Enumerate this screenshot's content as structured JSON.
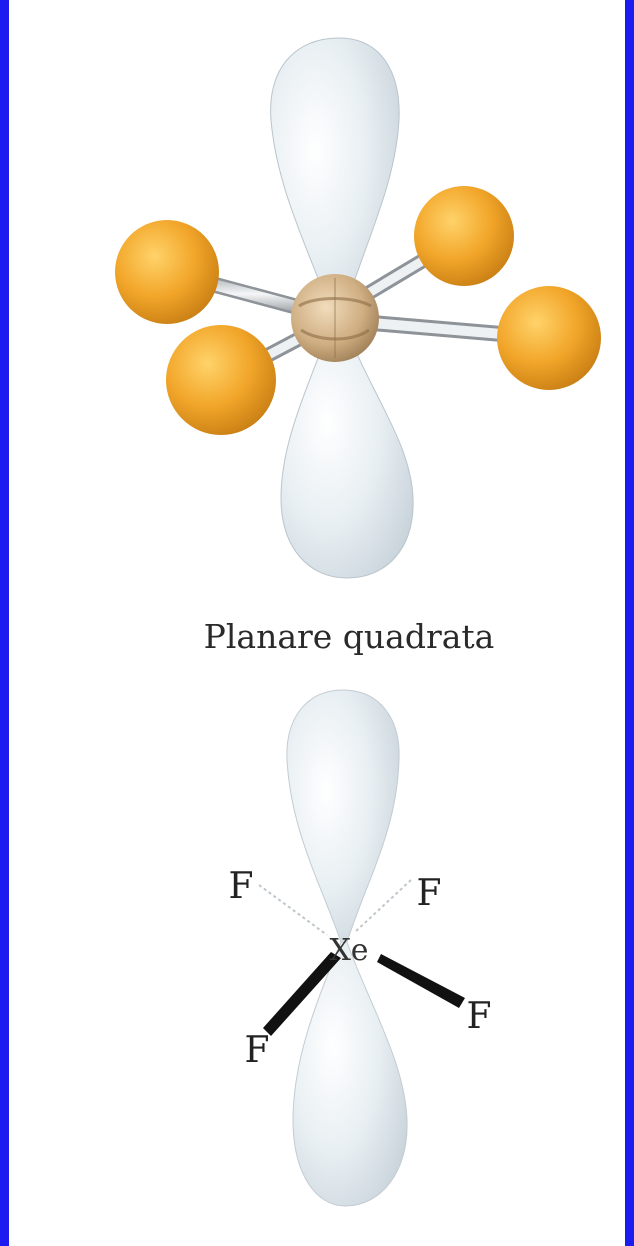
{
  "caption": "Planare quadrata",
  "diagram": {
    "ball_model": {
      "central_atom_color": "#cfae82",
      "ligand_color": "#f2a62a",
      "lobe_color": "#dfe7ec",
      "ligand_count": 4
    },
    "line_model": {
      "central_label": "Xe",
      "ligand_labels": [
        "F",
        "F",
        "F",
        "F"
      ]
    }
  },
  "frame": {
    "border_color": "#1d1cf0",
    "background": "#ffffff"
  }
}
